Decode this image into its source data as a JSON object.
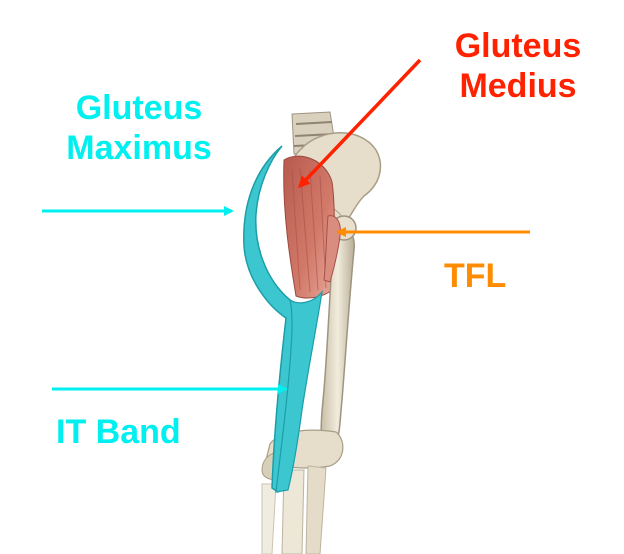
{
  "labels": {
    "gluteus_maximus": {
      "line1": "Gluteus",
      "line2": "Maximus",
      "color": "#00F0F0"
    },
    "gluteus_medius": {
      "line1": "Gluteus",
      "line2": "Medius",
      "color": "#FF2200"
    },
    "tfl": {
      "text": "TFL",
      "color": "#FF8C00"
    },
    "it_band": {
      "text": "IT Band",
      "color": "#00F0F0"
    }
  },
  "colors": {
    "bone": "#E8E0CC",
    "bone_shade": "#B8AE98",
    "gluteus_maximus_fill": "#3CC6CF",
    "gluteus_medius_fill": "#C46A5C",
    "tfl_fill": "#D98D7E"
  }
}
